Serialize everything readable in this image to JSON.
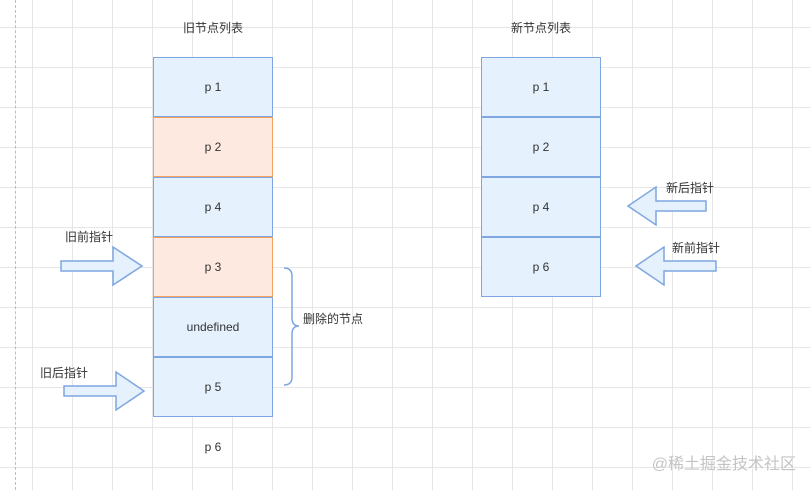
{
  "titles": {
    "old_list": "旧节点列表",
    "new_list": "新节点列表"
  },
  "old_nodes": [
    {
      "label": "p 1",
      "state": "normal"
    },
    {
      "label": "p 2",
      "state": "normal"
    },
    {
      "label": "p 4",
      "state": "deleted"
    },
    {
      "label": "p 3",
      "state": "normal"
    },
    {
      "label": "undefined",
      "state": "deleted"
    },
    {
      "label": "p 5",
      "state": "normal"
    },
    {
      "label": "p 6",
      "state": "normal"
    }
  ],
  "new_nodes": [
    {
      "label": "p 1"
    },
    {
      "label": "p 2"
    },
    {
      "label": "p 4"
    },
    {
      "label": "p 6"
    }
  ],
  "pointers": {
    "old_start": "旧前指针",
    "old_end": "旧后指针",
    "new_end": "新后指针",
    "new_start": "新前指针"
  },
  "annotations": {
    "deleted_nodes": "删除的节点"
  },
  "watermark": "@稀土掘金技术社区",
  "colors": {
    "node_fill": "#e5f1fd",
    "node_stroke": "#7ea6e0",
    "deleted_fill": "#fde9df",
    "deleted_stroke": "#f5a05f",
    "arrow_fill": "#e5f1fd",
    "arrow_stroke": "#7ea6e0",
    "grid": "#e6e6e6"
  }
}
